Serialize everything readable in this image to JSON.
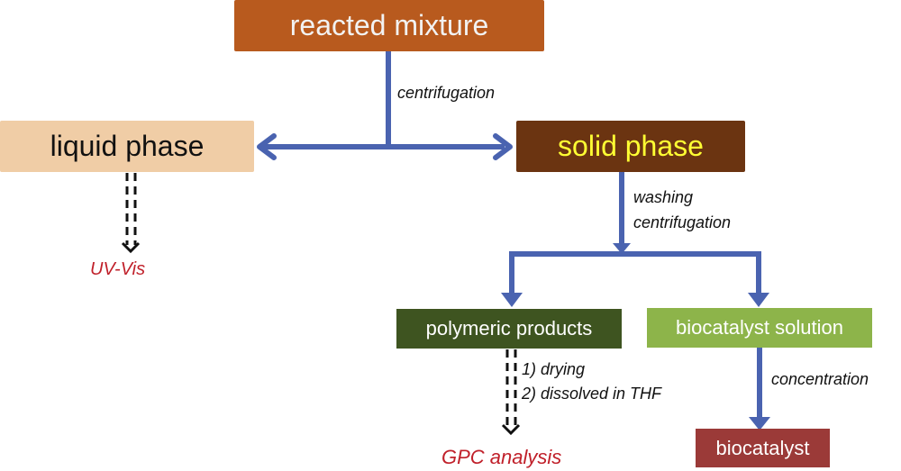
{
  "nodes": {
    "reacted_mixture": {
      "label": "reacted mixture",
      "color": "#b85a1e",
      "text_color": "#f2f2f2"
    },
    "liquid_phase": {
      "label": "liquid phase",
      "color": "#f0cda6",
      "text_color": "#111111"
    },
    "solid_phase": {
      "label": "solid phase",
      "color": "#6b3411",
      "text_color": "#ffff33"
    },
    "polymeric_products": {
      "label": "polymeric products",
      "color": "#3e5420",
      "text_color": "#ffffff"
    },
    "biocatalyst_solution": {
      "label": "biocatalyst solution",
      "color": "#8db44a",
      "text_color": "#ffffff"
    },
    "biocatalyst": {
      "label": "biocatalyst",
      "color": "#9b3a38",
      "text_color": "#ffffff"
    }
  },
  "edge_labels": {
    "centrifugation": "centrifugation",
    "washing": "washing",
    "washing_centrifugation": "centrifugation",
    "drying": "1) drying",
    "dissolved": "2) dissolved in THF",
    "concentration": "concentration"
  },
  "results": {
    "uv_vis": "UV-Vis",
    "gpc": "GPC analysis"
  },
  "colors": {
    "arrow": "#4a63b0",
    "dashed_arrow": "#111111",
    "result_text": "#c0202a"
  }
}
